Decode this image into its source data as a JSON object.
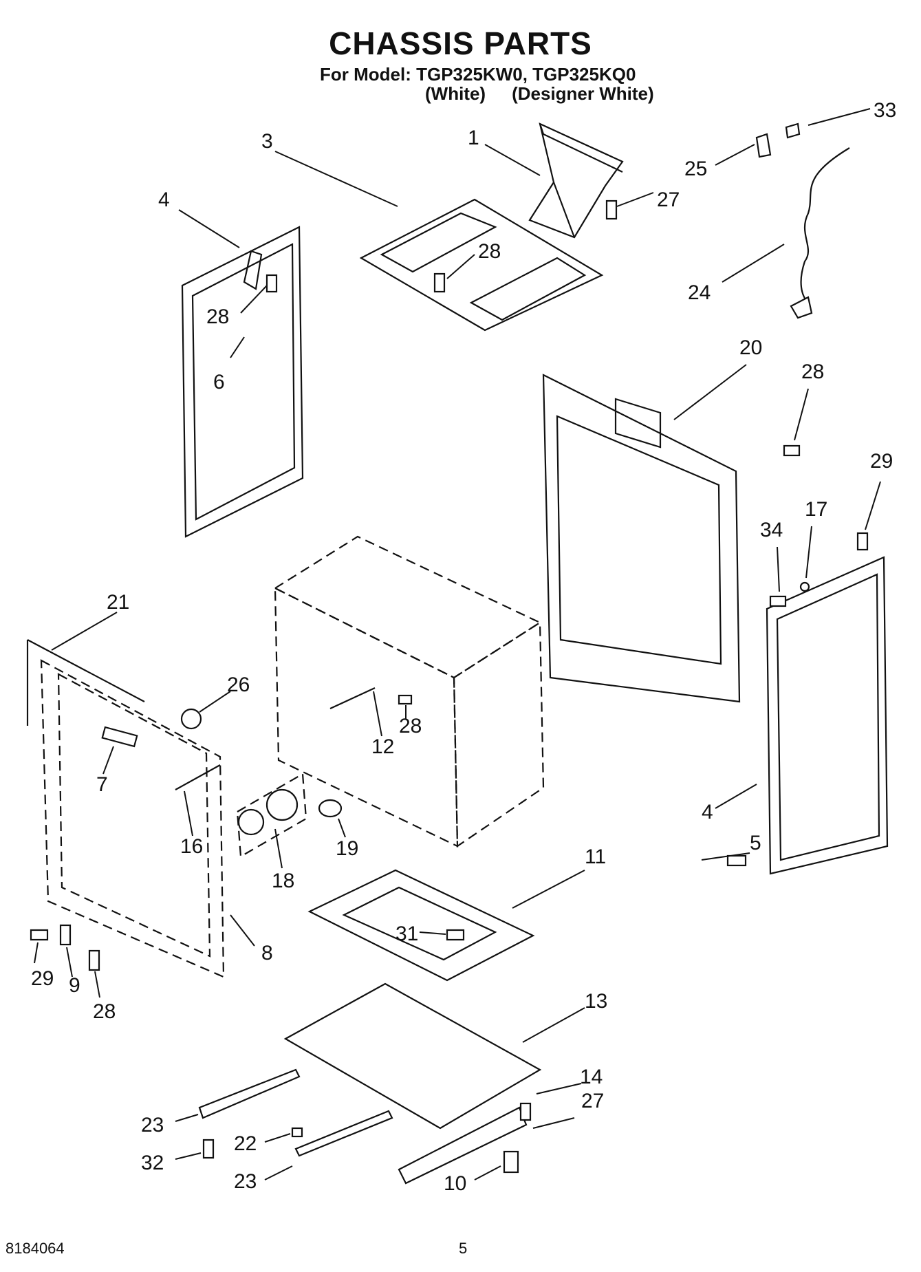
{
  "header": {
    "title": "CHASSIS PARTS",
    "model_line": "For Model: TGP325KW0, TGP325KQ0",
    "variant_1": "(White)",
    "variant_2": "(Designer White)"
  },
  "footer": {
    "doc_number": "8184064",
    "page_number": "5"
  },
  "callouts": [
    {
      "id": "c1",
      "text": "1"
    },
    {
      "id": "c3",
      "text": "3"
    },
    {
      "id": "c4a",
      "text": "4"
    },
    {
      "id": "c27a",
      "text": "27"
    },
    {
      "id": "c28a",
      "text": "28"
    },
    {
      "id": "c28b",
      "text": "28"
    },
    {
      "id": "c6",
      "text": "6"
    },
    {
      "id": "c33",
      "text": "33"
    },
    {
      "id": "c25",
      "text": "25"
    },
    {
      "id": "c24",
      "text": "24"
    },
    {
      "id": "c20",
      "text": "20"
    },
    {
      "id": "c28c",
      "text": "28"
    },
    {
      "id": "c29a",
      "text": "29"
    },
    {
      "id": "c34",
      "text": "34"
    },
    {
      "id": "c17",
      "text": "17"
    },
    {
      "id": "c21",
      "text": "21"
    },
    {
      "id": "c26",
      "text": "26"
    },
    {
      "id": "c12",
      "text": "12"
    },
    {
      "id": "c28d",
      "text": "28"
    },
    {
      "id": "c7",
      "text": "7"
    },
    {
      "id": "c16",
      "text": "16"
    },
    {
      "id": "c18",
      "text": "18"
    },
    {
      "id": "c19",
      "text": "19"
    },
    {
      "id": "c4b",
      "text": "4"
    },
    {
      "id": "c5",
      "text": "5"
    },
    {
      "id": "c11",
      "text": "11"
    },
    {
      "id": "c31",
      "text": "31"
    },
    {
      "id": "c8",
      "text": "8"
    },
    {
      "id": "c29b",
      "text": "29"
    },
    {
      "id": "c9",
      "text": "9"
    },
    {
      "id": "c28e",
      "text": "28"
    },
    {
      "id": "c13",
      "text": "13"
    },
    {
      "id": "c14",
      "text": "14"
    },
    {
      "id": "c27b",
      "text": "27"
    },
    {
      "id": "c23a",
      "text": "23"
    },
    {
      "id": "c22",
      "text": "22"
    },
    {
      "id": "c32",
      "text": "32"
    },
    {
      "id": "c23b",
      "text": "23"
    },
    {
      "id": "c10",
      "text": "10"
    }
  ]
}
